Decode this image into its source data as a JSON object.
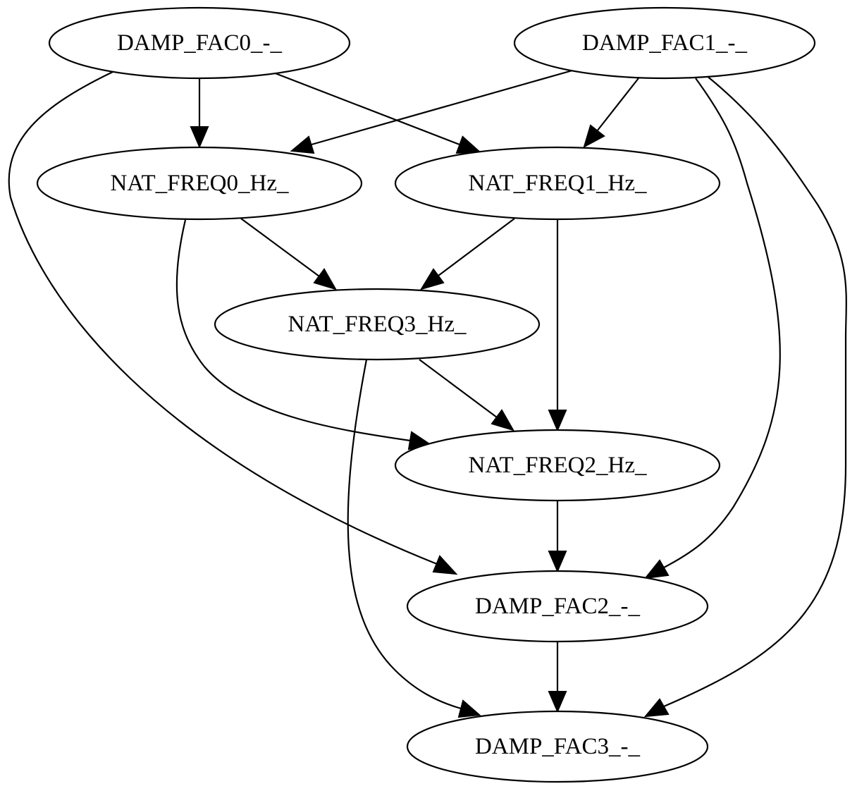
{
  "graph": {
    "nodes": [
      {
        "id": "damp_fac0",
        "label": "DAMP_FAC0_-_"
      },
      {
        "id": "damp_fac1",
        "label": "DAMP_FAC1_-_"
      },
      {
        "id": "nat_freq0",
        "label": "NAT_FREQ0_Hz_"
      },
      {
        "id": "nat_freq1",
        "label": "NAT_FREQ1_Hz_"
      },
      {
        "id": "nat_freq3",
        "label": "NAT_FREQ3_Hz_"
      },
      {
        "id": "nat_freq2",
        "label": "NAT_FREQ2_Hz_"
      },
      {
        "id": "damp_fac2",
        "label": "DAMP_FAC2_-_"
      },
      {
        "id": "damp_fac3",
        "label": "DAMP_FAC3_-_"
      }
    ],
    "edges": [
      {
        "from": "damp_fac0",
        "to": "nat_freq0"
      },
      {
        "from": "damp_fac0",
        "to": "nat_freq1"
      },
      {
        "from": "damp_fac0",
        "to": "damp_fac2"
      },
      {
        "from": "damp_fac1",
        "to": "nat_freq0"
      },
      {
        "from": "damp_fac1",
        "to": "nat_freq1"
      },
      {
        "from": "damp_fac1",
        "to": "damp_fac2"
      },
      {
        "from": "damp_fac1",
        "to": "damp_fac3"
      },
      {
        "from": "nat_freq0",
        "to": "nat_freq3"
      },
      {
        "from": "nat_freq0",
        "to": "nat_freq2"
      },
      {
        "from": "nat_freq1",
        "to": "nat_freq3"
      },
      {
        "from": "nat_freq1",
        "to": "nat_freq2"
      },
      {
        "from": "nat_freq3",
        "to": "nat_freq2"
      },
      {
        "from": "nat_freq3",
        "to": "damp_fac3"
      },
      {
        "from": "nat_freq2",
        "to": "damp_fac2"
      },
      {
        "from": "damp_fac2",
        "to": "damp_fac3"
      }
    ]
  }
}
